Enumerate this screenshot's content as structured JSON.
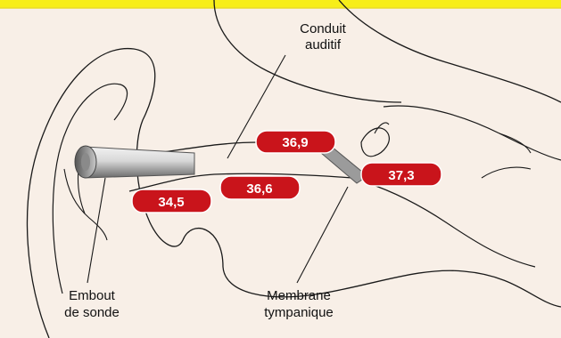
{
  "colors": {
    "banner": "#f7ee19",
    "skin": "#f8efe7",
    "line": "#1a1a1a",
    "badge": "#c9141b",
    "badge_text": "#ffffff",
    "probe_light": "#eeeeee",
    "probe_dark": "#6c6c6c"
  },
  "labels": {
    "canal_line1": "Conduit",
    "canal_line2": "auditif",
    "probe_line1": "Embout",
    "probe_line2": "de sonde",
    "membrane_line1": "Membrane",
    "membrane_line2": "tympanique"
  },
  "temperatures": {
    "t1": "36,9",
    "t2": "37,3",
    "t3": "36,6",
    "t4": "34,5"
  },
  "icons": {
    "probe": "probe-tip-icon",
    "eardrum": "eardrum-membrane-icon"
  }
}
